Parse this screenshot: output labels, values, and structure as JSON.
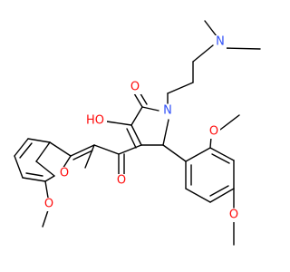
{
  "molecule": {
    "colors": {
      "bond": "#000000",
      "oxygen": "#ff0d0d",
      "nitrogen": "#3050f8",
      "background": "#ffffff"
    },
    "atom_labels": {
      "N_ring": "N",
      "O_carbonyl_ring": "O",
      "OH": "HO",
      "O_ketone": "O",
      "O_furan": "O",
      "O_methoxy_7": "O",
      "O_methoxy_2": "O",
      "O_methoxy_4": "O",
      "N_amine": "N"
    }
  }
}
